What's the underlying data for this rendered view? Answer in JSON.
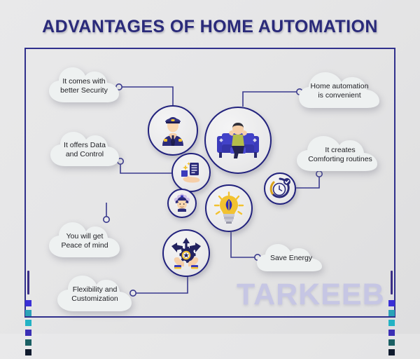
{
  "header": {
    "title": "ADVANTAGES OF HOME AUTOMATION"
  },
  "watermark": {
    "text": "TARKEEB"
  },
  "colors": {
    "primary_navy": "#22227d",
    "title_navy": "#2a2a7a",
    "frame_border": "#30308c",
    "cloud_fill": "#eef1f1",
    "background": "#e7e7e8",
    "watermark": "#c6c6e4",
    "accent_yellow": "#f2c230",
    "accent_blue": "#3b3bd0",
    "skin": "#f6cfa8"
  },
  "decorations": {
    "left_bar": {
      "square_colors": [
        "#3a2fd6",
        "#2aa3b8",
        "#22b2c4",
        "#3b2fb5",
        "#1a5f63",
        "#101b2e"
      ]
    },
    "right_bar": {
      "square_colors": [
        "#3a2fd6",
        "#2aa3b8",
        "#22b2c4",
        "#3b2fb5",
        "#1a5f63",
        "#101b2e"
      ]
    }
  },
  "clouds": [
    {
      "id": "security",
      "label": "It comes with\nbetter Security"
    },
    {
      "id": "data-control",
      "label": "It offers Data\nand Control"
    },
    {
      "id": "peace-of-mind",
      "label": "You will get\nPeace of mind"
    },
    {
      "id": "flexibility",
      "label": "Flexibility and\nCustomization"
    },
    {
      "id": "convenient",
      "label": "Home automation\nis convenient"
    },
    {
      "id": "routines",
      "label": "It creates\nComforting routines"
    },
    {
      "id": "save-energy",
      "label": "Save Energy"
    }
  ],
  "icon_nodes": [
    {
      "id": "security",
      "icon": "security-guard-icon"
    },
    {
      "id": "relax",
      "icon": "person-relaxing-on-couch-icon"
    },
    {
      "id": "data-control",
      "icon": "hand-holding-data-icon"
    },
    {
      "id": "peace-of-mind",
      "icon": "meditating-person-icon"
    },
    {
      "id": "save-energy",
      "icon": "eco-lightbulb-icon"
    },
    {
      "id": "routines",
      "icon": "clock-check-icon"
    },
    {
      "id": "flexibility",
      "icon": "hands-holding-gear-arrows-icon"
    }
  ]
}
